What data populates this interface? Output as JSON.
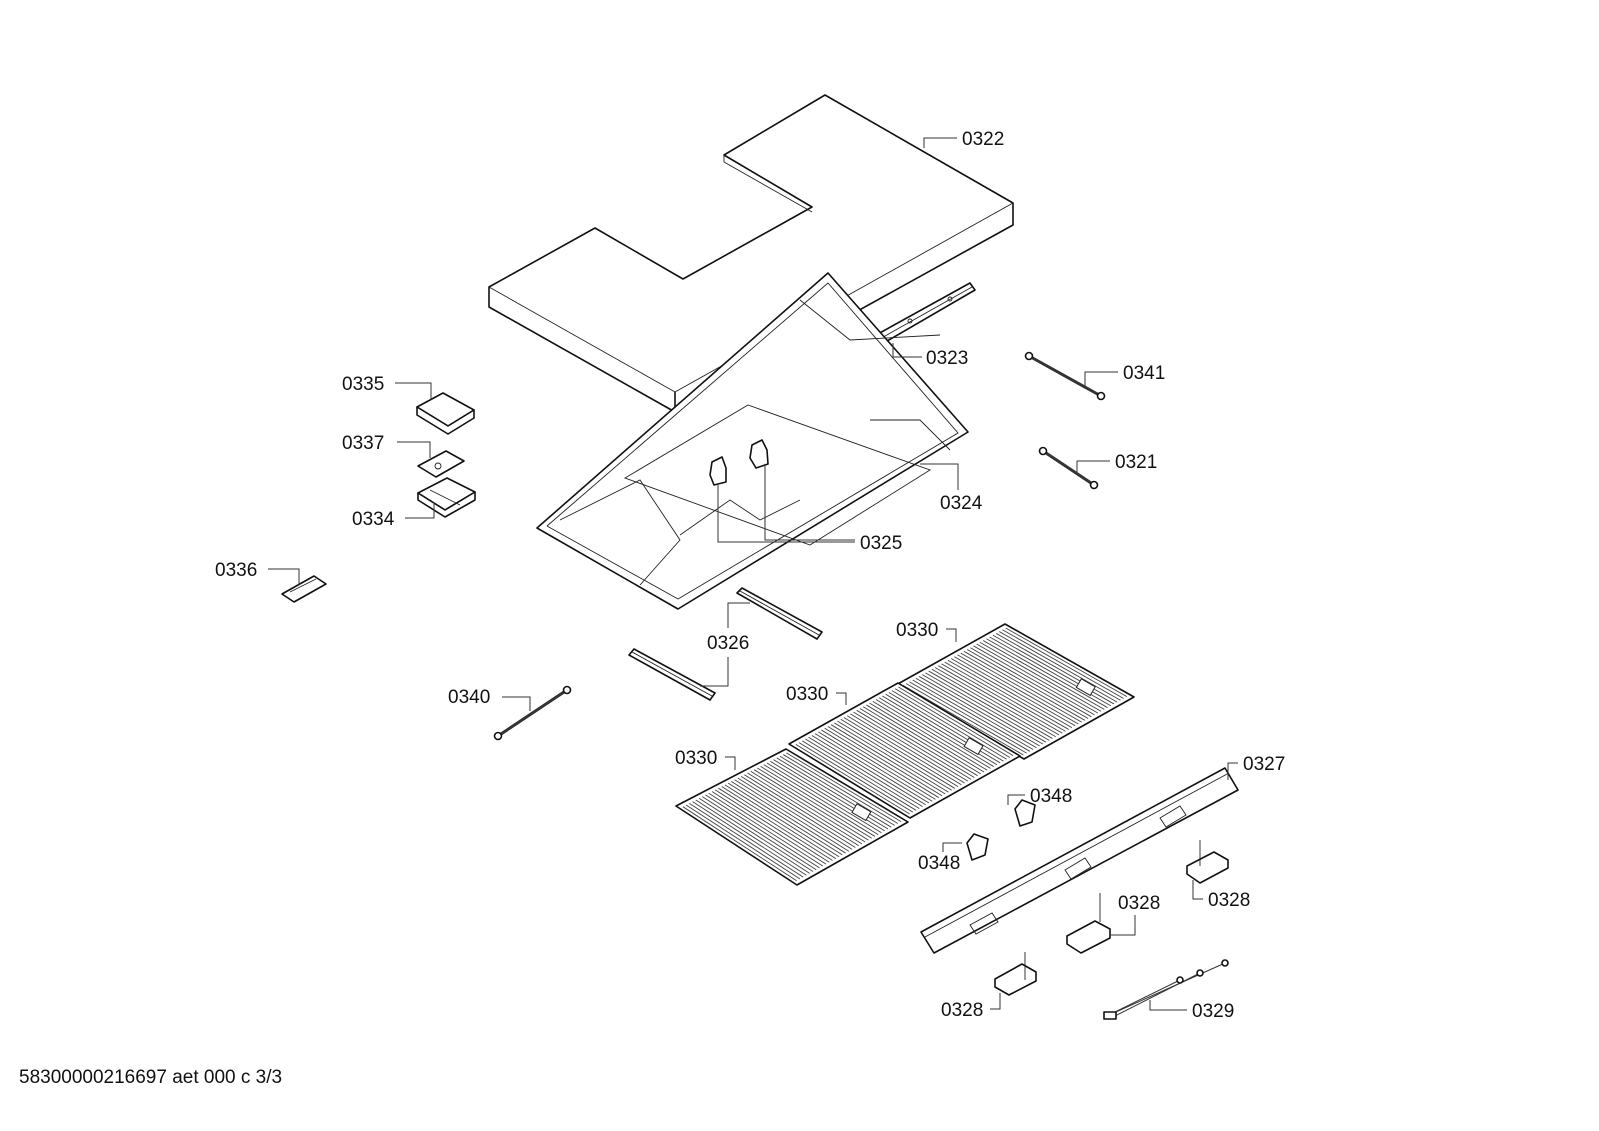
{
  "diagram": {
    "type": "exploded-parts-view",
    "footer_text": "58300000216697 aet 000 c 3/3",
    "callouts": [
      {
        "id": "0322",
        "label": "0322",
        "part": "top-cover-panel"
      },
      {
        "id": "0323",
        "label": "0323",
        "part": "rail-profile"
      },
      {
        "id": "0341",
        "label": "0341",
        "part": "cable-rod"
      },
      {
        "id": "0335",
        "label": "0335",
        "part": "module-cover"
      },
      {
        "id": "0337",
        "label": "0337",
        "part": "circuit-board"
      },
      {
        "id": "0334",
        "label": "0334",
        "part": "module-housing"
      },
      {
        "id": "0321",
        "label": "0321",
        "part": "cable-rod"
      },
      {
        "id": "0324",
        "label": "0324",
        "part": "base-tray"
      },
      {
        "id": "0325",
        "label": "0325",
        "part": "bracket"
      },
      {
        "id": "0336",
        "label": "0336",
        "part": "rating-plate"
      },
      {
        "id": "0326",
        "label": "0326",
        "part": "filter-rail"
      },
      {
        "id": "0330a",
        "label": "0330",
        "part": "grease-filter"
      },
      {
        "id": "0330b",
        "label": "0330",
        "part": "grease-filter"
      },
      {
        "id": "0330c",
        "label": "0330",
        "part": "grease-filter"
      },
      {
        "id": "0340",
        "label": "0340",
        "part": "cable-rod"
      },
      {
        "id": "0327",
        "label": "0327",
        "part": "light-strip-carrier"
      },
      {
        "id": "0348a",
        "label": "0348",
        "part": "clip"
      },
      {
        "id": "0348b",
        "label": "0348",
        "part": "clip"
      },
      {
        "id": "0328a",
        "label": "0328",
        "part": "lamp-driver"
      },
      {
        "id": "0328b",
        "label": "0328",
        "part": "lamp-driver"
      },
      {
        "id": "0328c",
        "label": "0328",
        "part": "lamp-driver"
      },
      {
        "id": "0329",
        "label": "0329",
        "part": "wiring-harness"
      }
    ]
  }
}
